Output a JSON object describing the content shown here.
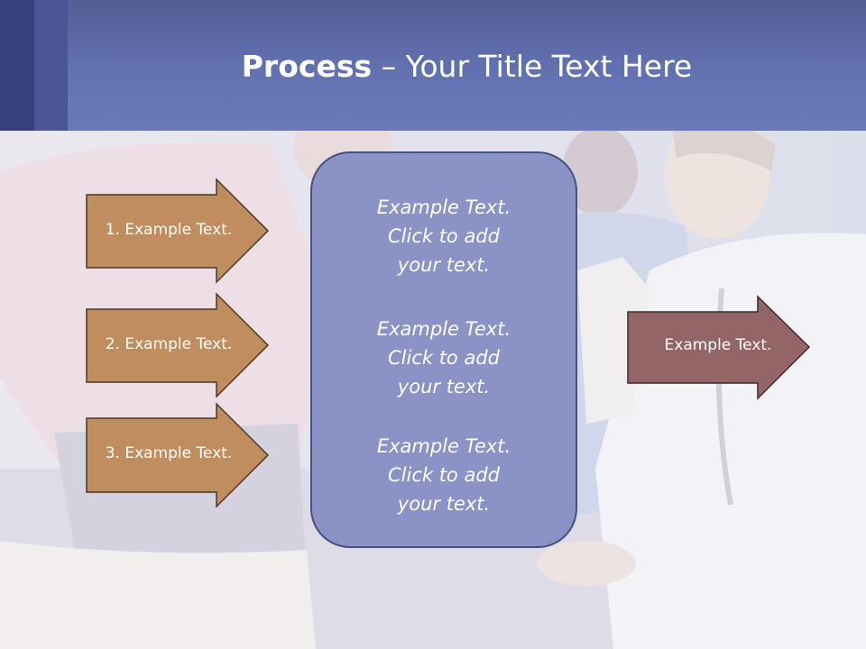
{
  "header": {
    "title_bold": "Process",
    "title_rest": " – Your Title Text Here"
  },
  "steps": [
    {
      "label": "1. Example Text."
    },
    {
      "label": "2. Example Text."
    },
    {
      "label": "3. Example Text."
    }
  ],
  "center": {
    "items": [
      {
        "text": "Example Text.\nClick  to add\nyour text."
      },
      {
        "text": "Example Text.\nClick  to add\nyour text."
      },
      {
        "text": "Example Text.\nClick  to add\nyour text."
      }
    ]
  },
  "result": {
    "label": "Example Text."
  },
  "colors": {
    "step_fill": "#c08d5e",
    "step_stroke": "#4a3826",
    "result_fill": "#936567",
    "result_stroke": "#3f2a2b",
    "center_fill": "#8b93c6",
    "header_fill": "#6272b1"
  }
}
